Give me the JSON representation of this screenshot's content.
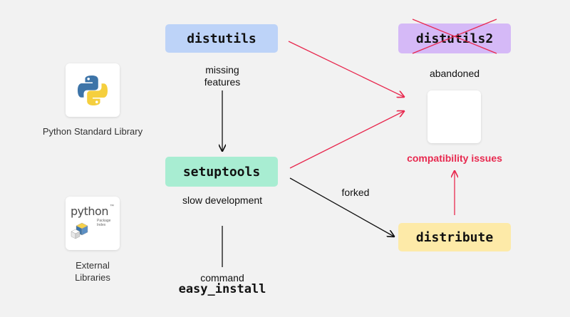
{
  "icons": {
    "stdlib": "python-logo-icon",
    "external": "pypi-logo-icon",
    "pypi_word": "python",
    "pypi_sub": "Package Index",
    "pypi_tm": "™"
  },
  "labels": {
    "stdlib": "Python Standard Library",
    "external": "External Libraries"
  },
  "nodes": {
    "distutils": "distutils",
    "setuptools": "setuptools",
    "distutils2": "distutils2",
    "distribute": "distribute"
  },
  "notes": {
    "missing_features": "missing features",
    "slow_development": "slow development",
    "command": "command",
    "easy_install": "easy_install",
    "abandoned": "abandoned",
    "forked": "forked",
    "compat": "compatibility issues"
  },
  "colors": {
    "background": "#f2f2f2",
    "distutils": "#bdd3f8",
    "setuptools": "#a8edd2",
    "distutils2": "#d5b9f7",
    "distribute": "#fdeaa8",
    "accent_red": "#e8294f",
    "arrow_dark": "#111111"
  }
}
